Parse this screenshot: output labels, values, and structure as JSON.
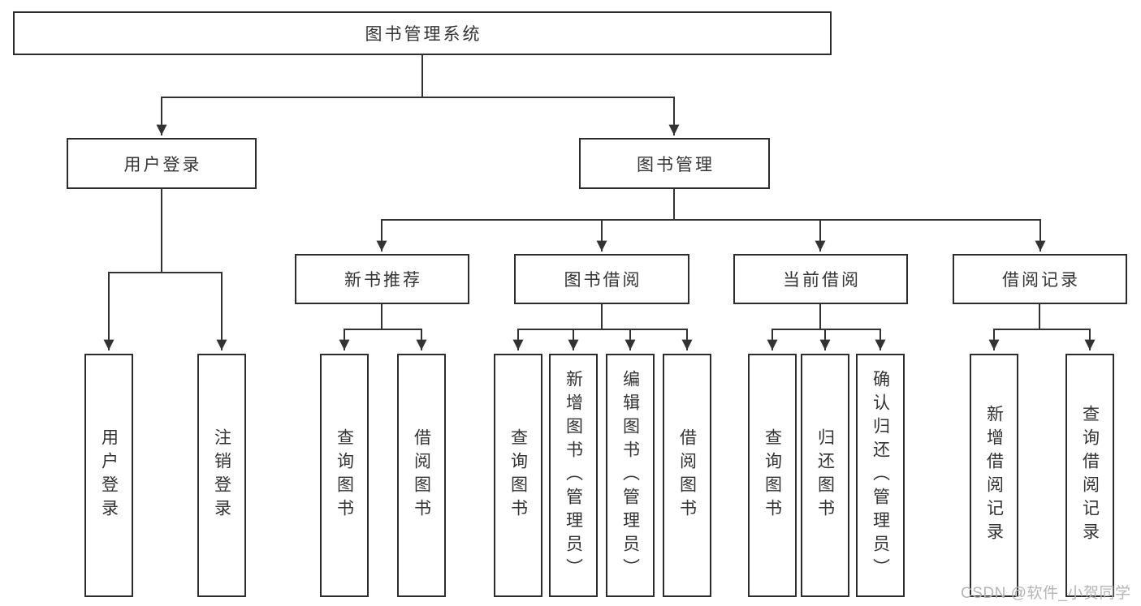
{
  "diagram": {
    "root": "图书管理系统",
    "level2": [
      "用户登录",
      "图书管理"
    ],
    "level3": [
      "新书推荐",
      "图书借阅",
      "当前借阅",
      "借阅记录"
    ],
    "leaves": {
      "user_login": [
        "用户登录",
        "注销登录"
      ],
      "new_book_recommendation": [
        "查询图书",
        "借阅图书"
      ],
      "book_borrowing": [
        "查询图书",
        "新增图书（管理员）",
        "编辑图书（管理员）",
        "借阅图书"
      ],
      "current_borrowing": [
        "查询图书",
        "归还图书",
        "确认归还（管理员）"
      ],
      "borrowing_records": [
        "新增借阅记录",
        "查询借阅记录"
      ]
    }
  },
  "watermark": "CSDN @软件_小贺同学",
  "colors": {
    "line": "#333333",
    "box_border": "#2d2d2d",
    "text": "#333333",
    "watermark": "#b5b5b5",
    "background": "#ffffff"
  }
}
